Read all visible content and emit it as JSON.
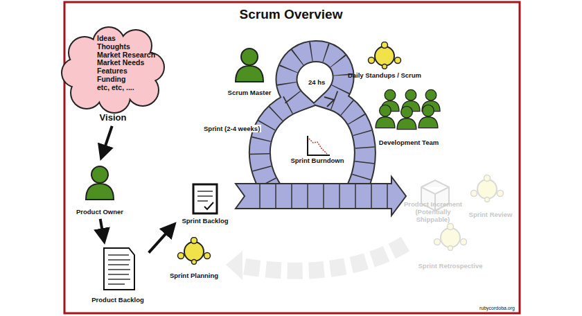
{
  "diagram": {
    "title": "Scrum Overview",
    "nodes": [
      {
        "text": [
          "Ideas",
          "Thoughts",
          "Market Research",
          "Market Needs",
          "Features",
          "Funding",
          "etc, etc, ....",
          "Vision"
        ]
      },
      {
        "text": [
          "Scrum Master"
        ]
      },
      {
        "text": [
          "Daily Standups / Scrum"
        ]
      },
      {
        "text": [
          "Development Team"
        ]
      },
      {
        "text": [
          "Product Owner"
        ]
      },
      {
        "text": [
          "Sprint Backlog"
        ]
      },
      {
        "text": [
          "Product Backlog"
        ]
      },
      {
        "text": [
          "Sprint Planning"
        ]
      },
      {
        "text": [
          "Sprint Burndown"
        ]
      },
      {
        "text": [
          "Product Increment (Potentially Shippable)"
        ]
      },
      {
        "text": [
          "Sprint Review"
        ]
      },
      {
        "text": [
          "Sprint Retrospective"
        ]
      }
    ],
    "edges": [
      {
        "from": 0,
        "to": 4,
        "arrow": "to"
      },
      {
        "from": 4,
        "to": 6,
        "arrow": "to"
      },
      {
        "from": 6,
        "to": 5,
        "arrow": "to"
      }
    ],
    "labels": [
      "24 hs",
      "Sprint (2-4 weeks)",
      "rubycordoba.org"
    ]
  }
}
